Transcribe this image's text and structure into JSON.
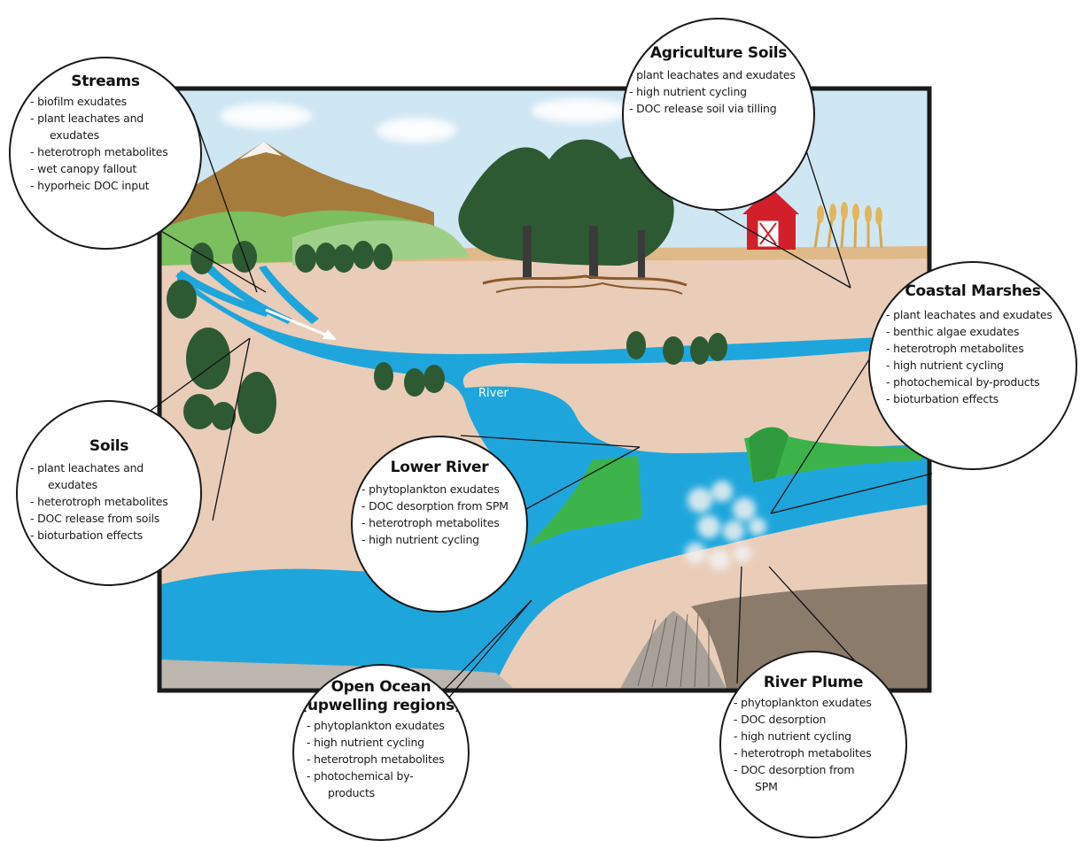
{
  "river_label": "River",
  "callouts": {
    "streams": {
      "title": "Streams",
      "items": [
        "biofilm exudates",
        "plant leachates and",
        "exudates",
        "heterotroph metabolites",
        "wet canopy fallout",
        "hyporheic DOC input"
      ]
    },
    "agriculture_soils": {
      "title": "Agriculture Soils",
      "items": [
        "plant leachates and exudates",
        "high nutrient cycling",
        "DOC release soil via tilling"
      ]
    },
    "coastal_marshes": {
      "title": "Coastal Marshes",
      "items": [
        "plant leachates and exudates",
        "benthic algae exudates",
        "heterotroph metabolites",
        "high nutrient cycling",
        "photochemical by-products",
        "bioturbation effects"
      ]
    },
    "soils": {
      "title": "Soils",
      "items": [
        "plant leachates and",
        "exudates",
        "heterotroph metabolites",
        "DOC release from soils",
        "bioturbation effects"
      ]
    },
    "lower_river": {
      "title": "Lower River",
      "items": [
        "phytoplankton exudates",
        "DOC desorption from SPM",
        "heterotroph metabolites",
        "high nutrient cycling"
      ]
    },
    "open_ocean": {
      "title": "Open Ocean",
      "subtitle": "(upwelling regions)",
      "items": [
        "phytoplankton exudates",
        "high nutrient cycling",
        "heterotroph metabolites",
        "photochemical by-",
        "products"
      ]
    },
    "river_plume": {
      "title": "River Plume",
      "items": [
        "phytoplankton exudates",
        "DOC desorption",
        "high nutrient cycling",
        "heterotroph metabolites",
        "DOC desorption from",
        "SPM"
      ]
    }
  },
  "colors": {
    "sky": "#cfe6f3",
    "land": "#e9cdb9",
    "water": "#1ea6dc",
    "frame": "#1a1a1a",
    "grass": "#3bb34a",
    "barn": "#d2202a",
    "shelf": "#8b7b6b",
    "seabed": "#bdb6ae",
    "mountain": "#a67c3d",
    "tree": "#2e5a33"
  }
}
